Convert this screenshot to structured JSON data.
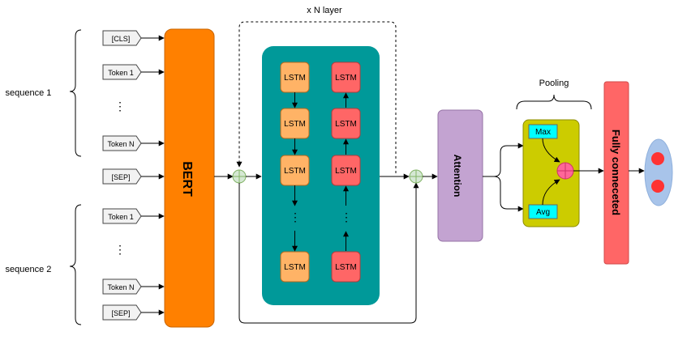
{
  "sequences": {
    "seq1_label": "sequence 1",
    "seq2_label": "sequence 2"
  },
  "tokens": {
    "cls": "[CLS]",
    "token1_a": "Token 1",
    "dots_a": "⋮",
    "tokenN_a": "Token N",
    "sep_a": "[SEP]",
    "token1_b": "Token 1",
    "dots_b": "⋮",
    "tokenN_b": "Token N",
    "sep_b": "[SEP]"
  },
  "bert": {
    "label": "BERT",
    "color": "#ff8000"
  },
  "lstm_block": {
    "layer_label": "x N layer",
    "cell_label": "LSTM",
    "dots": "⋮",
    "bg_color": "#009999",
    "forward_color": "#ffb366",
    "backward_color": "#ff6666"
  },
  "attention": {
    "label": "Attention",
    "color": "#c3a3d1"
  },
  "pooling": {
    "label": "Pooling",
    "max_label": "Max",
    "avg_label": "Avg",
    "bg_color": "#cccc00",
    "box_color": "#00ffff",
    "op_color": "#ff6699"
  },
  "fully_connected": {
    "label": "Fully conneceted",
    "color": "#ff6666"
  },
  "output": {
    "bg_color": "#a8c4ea",
    "node_color": "#ff3333"
  }
}
